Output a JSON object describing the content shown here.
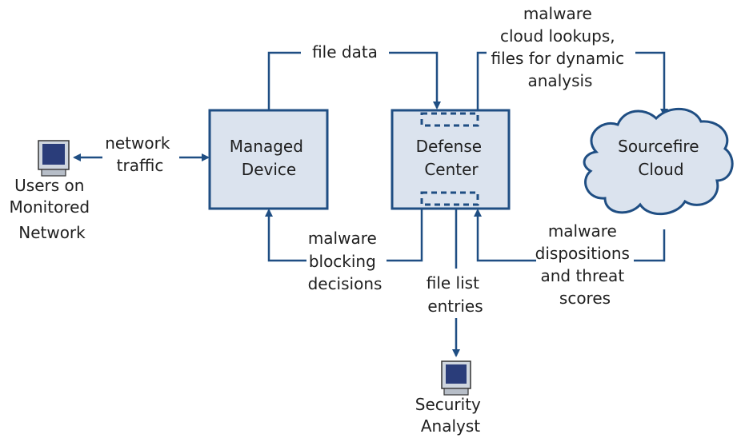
{
  "nodes": {
    "users": [
      "Users on",
      "Monitored",
      "Network"
    ],
    "managed_device": [
      "Managed",
      "Device"
    ],
    "defense_center": [
      "Defense",
      "Center"
    ],
    "cloud": [
      "Sourcefire",
      "Cloud"
    ],
    "analyst": [
      "Security",
      "Analyst"
    ]
  },
  "flows": {
    "network_traffic": [
      "network",
      "traffic"
    ],
    "file_data": "file data",
    "cloud_lookups": [
      "malware",
      "cloud lookups,",
      "files for dynamic",
      "analysis"
    ],
    "blocking_decisions": [
      "malware",
      "blocking",
      "decisions"
    ],
    "file_list_entries": [
      "file list",
      "entries"
    ],
    "dispositions": [
      "malware",
      "dispositions",
      "and threat",
      "scores"
    ]
  },
  "icons": {
    "users_computer": "computer-icon",
    "analyst_computer": "computer-icon"
  },
  "colors": {
    "box_fill": "#dbe3ee",
    "stroke": "#1f4e83"
  }
}
